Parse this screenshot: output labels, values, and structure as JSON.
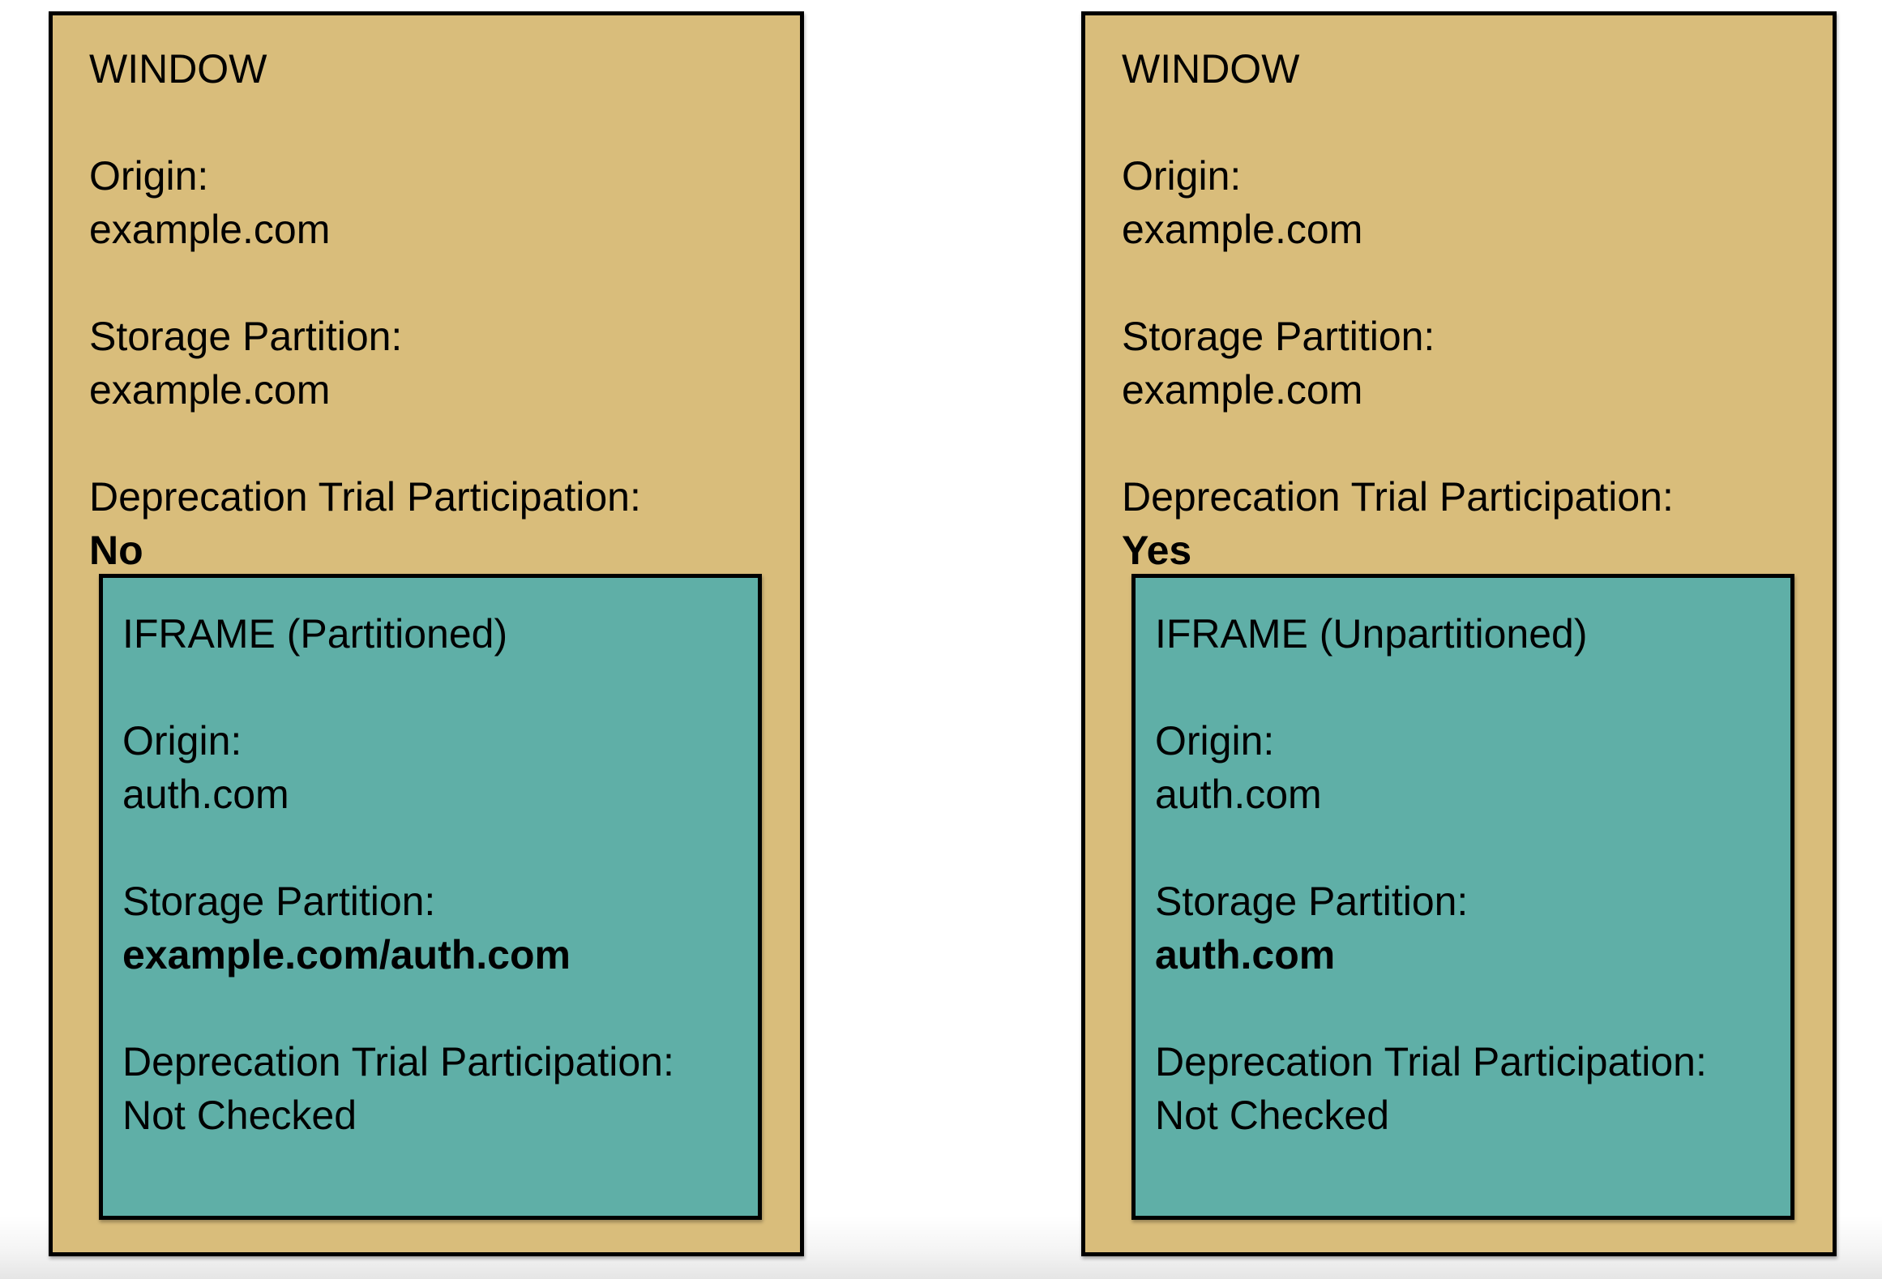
{
  "colors": {
    "window_background": "#d9bd7b",
    "iframe_background": "#5fafa7",
    "border": "#000000",
    "text": "#000000",
    "page_background": "#ffffff"
  },
  "windows": [
    {
      "title": "WINDOW",
      "fields": [
        {
          "label": "Origin:",
          "value": "example.com",
          "value_bold": false
        },
        {
          "label": "Storage Partition:",
          "value": "example.com",
          "value_bold": false
        },
        {
          "label": "Deprecation Trial Participation:",
          "value": "No",
          "value_bold": true
        }
      ],
      "iframe": {
        "title": "IFRAME (Partitioned)",
        "fields": [
          {
            "label": "Origin:",
            "value": "auth.com",
            "value_bold": false
          },
          {
            "label": "Storage Partition:",
            "value": "example.com/auth.com",
            "value_bold": true
          },
          {
            "label": "Deprecation Trial Participation:",
            "value": "Not Checked",
            "value_bold": false
          }
        ]
      }
    },
    {
      "title": "WINDOW",
      "fields": [
        {
          "label": "Origin:",
          "value": "example.com",
          "value_bold": false
        },
        {
          "label": "Storage Partition:",
          "value": "example.com",
          "value_bold": false
        },
        {
          "label": "Deprecation Trial Participation:",
          "value": "Yes",
          "value_bold": true
        }
      ],
      "iframe": {
        "title": "IFRAME (Unpartitioned)",
        "fields": [
          {
            "label": "Origin:",
            "value": "auth.com",
            "value_bold": false
          },
          {
            "label": "Storage Partition:",
            "value": "auth.com",
            "value_bold": true
          },
          {
            "label": "Deprecation Trial Participation:",
            "value": "Not Checked",
            "value_bold": false
          }
        ]
      }
    }
  ]
}
